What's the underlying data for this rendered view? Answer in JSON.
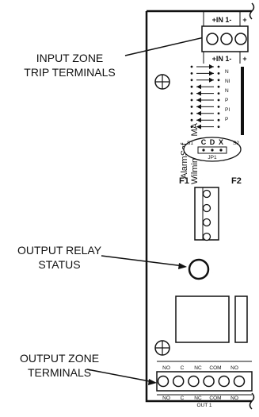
{
  "callouts": {
    "input_zone": [
      "INPUT ZONE",
      "TRIP TERMINALS"
    ],
    "output_relay": [
      "OUTPUT RELAY",
      "STATUS"
    ],
    "output_zone": [
      "OUTPUT ZONE",
      "TERMINALS"
    ]
  },
  "board": {
    "input_header_top": "+IN 1-",
    "input_header_bottom": "+IN 1-",
    "plus_sign": "+",
    "brand_line1": "AlarmSaf",
    "brand_line2": "Wilmington, MA",
    "led_labels": [
      "N",
      "NI",
      "N",
      "P",
      "PI",
      "P"
    ],
    "jumper": {
      "labels": [
        "C",
        "D",
        "X"
      ],
      "left_mark": "S1",
      "right_mark": "S2",
      "name": "JP1"
    },
    "fuse1": "F1",
    "fuse2": "F2",
    "output_terminals_top": [
      "NO",
      "C",
      "NC",
      "COM",
      "NO"
    ],
    "output_terminals_bottom": [
      "NO",
      "C",
      "NC",
      "COM",
      "NO"
    ],
    "output_name": "OUT 1"
  }
}
